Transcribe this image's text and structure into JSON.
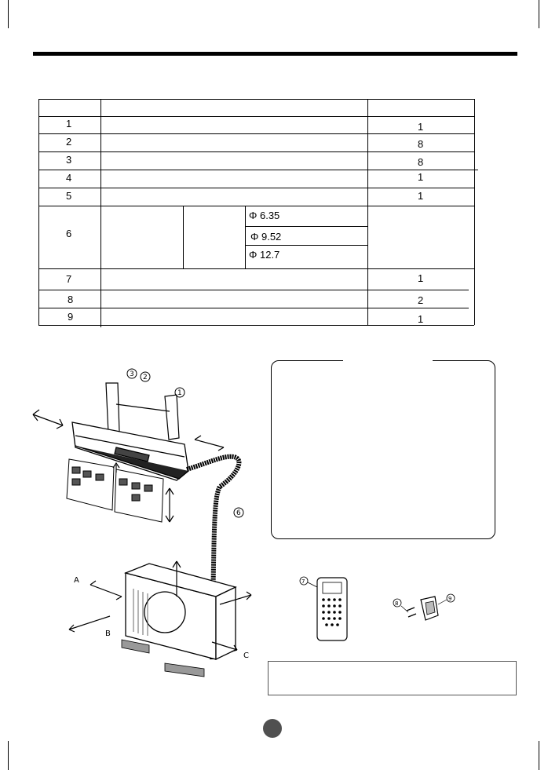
{
  "parts_table": {
    "rows": [
      {
        "no": "1",
        "qty": "1"
      },
      {
        "no": "2",
        "qty": "8"
      },
      {
        "no": "3",
        "qty": "8"
      },
      {
        "no": "4",
        "qty": "1"
      },
      {
        "no": "5",
        "qty": "1"
      },
      {
        "no": "6",
        "qty": "",
        "pipes": [
          "Φ 6.35",
          "Φ 9.52",
          "Φ 12.7"
        ]
      },
      {
        "no": "7",
        "qty": "1"
      },
      {
        "no": "8",
        "qty": "2"
      },
      {
        "no": "9",
        "qty": "1"
      }
    ]
  },
  "diagram": {
    "callouts": [
      "①",
      "②",
      "③",
      "⑥",
      "⑦",
      "⑧",
      "⑨"
    ],
    "letters": [
      "A",
      "B",
      "C"
    ]
  }
}
